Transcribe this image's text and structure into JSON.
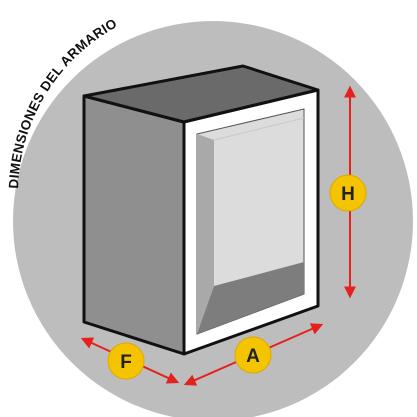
{
  "title": "DIMENSIONES DEL ARMARIO",
  "dimensions": {
    "height_label": "H",
    "width_label": "A",
    "depth_label": "F"
  },
  "colors": {
    "circle_background": "#bdbdbd",
    "badge": "#f5c400",
    "arrow": "#e5211d",
    "cabinet_side": "#8f8f8f",
    "cabinet_top": "#6a6a6a",
    "cabinet_frame": "#ffffff",
    "cabinet_interior": "#dcdcdc",
    "outline": "#111111"
  }
}
